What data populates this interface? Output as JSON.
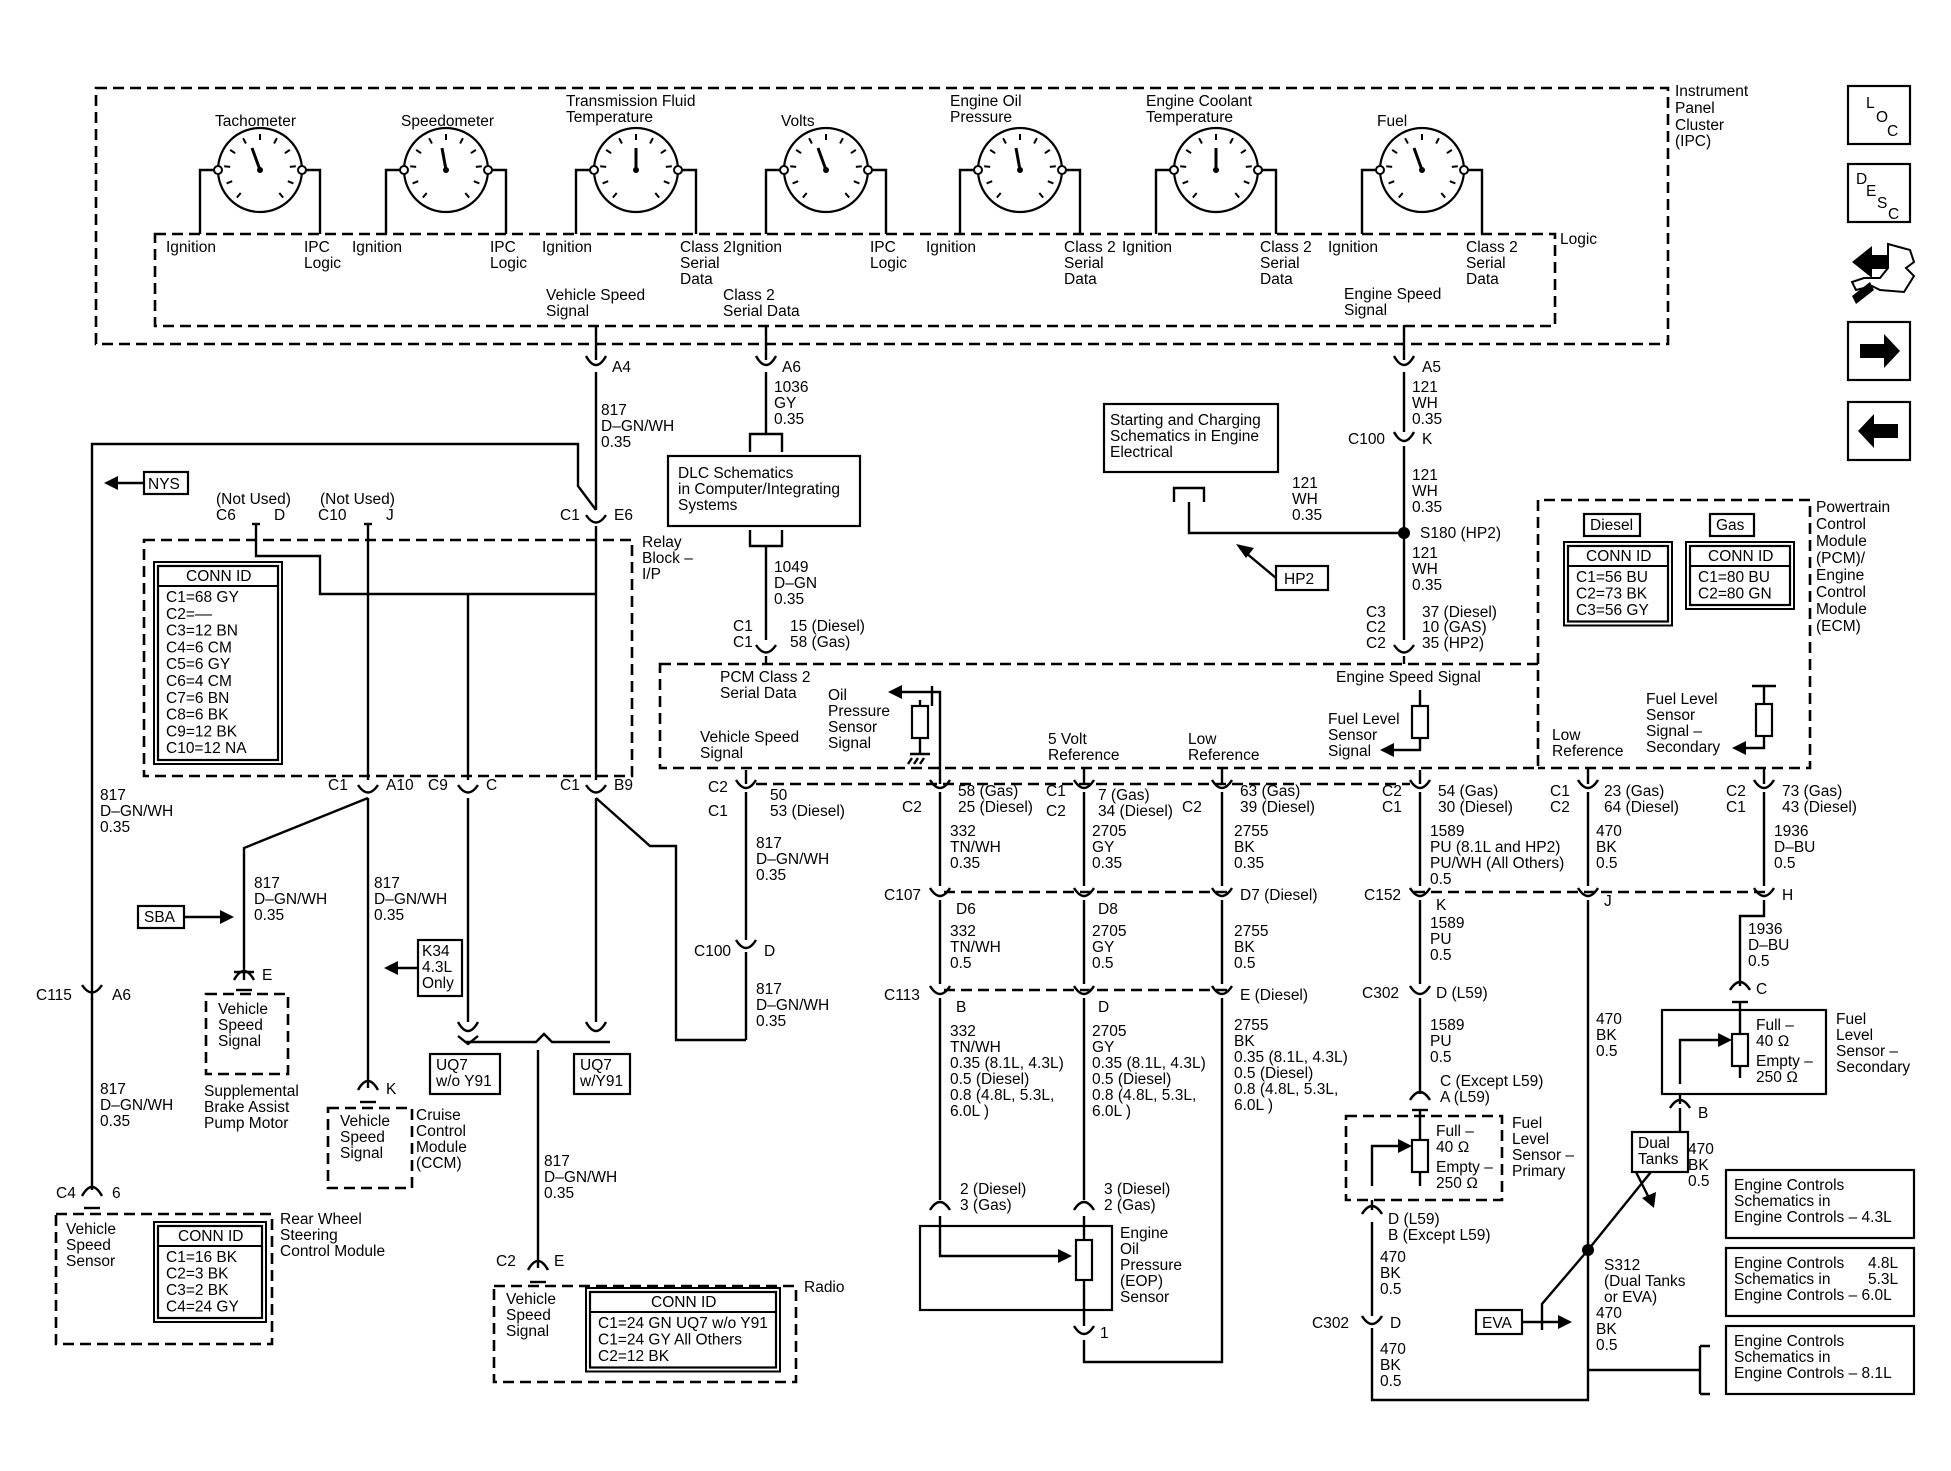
{
  "ipc": {
    "label_lines": [
      "Instrument",
      "Panel",
      "Cluster",
      "(IPC)"
    ],
    "logic": "Logic",
    "gauges": [
      {
        "title_lines": [
          "Tachometer"
        ],
        "left_lines": [
          "Ignition"
        ],
        "right_lines": [
          "IPC",
          "Logic"
        ]
      },
      {
        "title_lines": [
          "Speedometer"
        ],
        "left_lines": [
          "Ignition"
        ],
        "right_lines": [
          "IPC",
          "Logic"
        ]
      },
      {
        "title_lines": [
          "Transmission Fluid",
          "Temperature"
        ],
        "left_lines": [
          "Ignition"
        ],
        "right_lines": [
          "Class 2",
          "Serial",
          "Data"
        ]
      },
      {
        "title_lines": [
          "Volts"
        ],
        "left_lines": [
          "Ignition"
        ],
        "right_lines": [
          "IPC",
          "Logic"
        ]
      },
      {
        "title_lines": [
          "Engine Oil",
          "Pressure"
        ],
        "left_lines": [
          "Ignition"
        ],
        "right_lines": [
          "Class 2",
          "Serial",
          "Data"
        ]
      },
      {
        "title_lines": [
          "Engine Coolant",
          "Temperature"
        ],
        "left_lines": [
          "Ignition"
        ],
        "right_lines": [
          "Class 2",
          "Serial",
          "Data"
        ]
      },
      {
        "title_lines": [
          "Fuel"
        ],
        "left_lines": [
          "Ignition"
        ],
        "right_lines": [
          "Class 2",
          "Serial",
          "Data"
        ]
      }
    ],
    "vss_lines": [
      "Vehicle Speed",
      "Signal"
    ],
    "class2_lines": [
      "Class 2",
      "Serial Data"
    ],
    "ess_lines": [
      "Engine Speed",
      "Signal"
    ]
  },
  "nav": {
    "loc": [
      "L",
      "O",
      "C"
    ],
    "desc": [
      "D",
      "E",
      "S",
      "C"
    ]
  },
  "pins": {
    "a4": "A4",
    "a6": "A6",
    "a5": "A5",
    "k": "K",
    "c100": "C100",
    "c1": "C1",
    "e6": "E6",
    "c6": "C6",
    "d": "D",
    "c10": "C10",
    "j": "J"
  },
  "wires": {
    "w817_lines": [
      "817",
      "D–GN/WH",
      "0.35"
    ],
    "w1036_lines": [
      "1036",
      "GY",
      "0.35"
    ],
    "w1049_lines": [
      "1049",
      "D–GN",
      "0.35"
    ],
    "w121_lines": [
      "121",
      "WH",
      "0.35"
    ]
  },
  "dlc_lines": [
    "DLC Schematics",
    "in Computer/Integrating",
    "Systems"
  ],
  "starting_lines": [
    "Starting and Charging",
    "Schematics in Engine",
    "Electrical"
  ],
  "nys": "NYS",
  "hp2": "HP2",
  "sba": "SBA",
  "eva": "EVA",
  "dual_tanks_lines": [
    "Dual",
    "Tanks"
  ],
  "s180": "S180 (HP2)",
  "not_used": "(Not Used)",
  "relay_lines": [
    "Relay",
    "Block –",
    "I/P"
  ],
  "relay_conn": {
    "title": "CONN ID",
    "rows": [
      "C1=68 GY",
      "C2=––",
      "C3=12 BN",
      "C4=6 CM",
      "C5=6 GY",
      "C6=4 CM",
      "C7=6 BN",
      "C8=6 BK",
      "C9=12 BK",
      "C10=12 NA"
    ]
  },
  "pcm": {
    "label_lines": [
      "Powertrain",
      "Control",
      "Module",
      "(PCM)/",
      "Engine",
      "Control",
      "Module",
      "(ECM)"
    ],
    "diesel": "Diesel",
    "gas": "Gas",
    "diesel_conn": {
      "title": "CONN ID",
      "rows": [
        "C1=56 BU",
        "C2=73 BK",
        "C3=56 GY"
      ]
    },
    "gas_conn": {
      "title": "CONN ID",
      "rows": [
        "C1=80 BU",
        "C2=80 GN"
      ]
    },
    "top_conn": [
      "C3",
      "C2",
      "C2"
    ],
    "top_pins": [
      "37 (Diesel)",
      "10 (GAS)",
      "35 (HP2)"
    ],
    "ess": "Engine Speed Signal",
    "class2_lines": [
      "PCM Class 2",
      "Serial Data"
    ],
    "dlc_conn": [
      "C1",
      "C1"
    ],
    "dlc_pins": [
      "15 (Diesel)",
      "58 (Gas)"
    ],
    "vss_lines": [
      "Vehicle Speed",
      "Signal"
    ],
    "oil_lines": [
      "Oil",
      "Pressure",
      "Sensor",
      "Signal"
    ],
    "fuel_lines": [
      "Fuel Level",
      "Sensor",
      "Signal"
    ],
    "five_volt_lines": [
      "5 Volt",
      "Reference"
    ],
    "low_lines": [
      "Low",
      "Reference"
    ],
    "low2_lines": [
      "Low",
      "Reference"
    ],
    "fls2_lines": [
      "Fuel Level",
      "Sensor",
      "Signal –",
      "Secondary"
    ]
  },
  "pcm_pins": {
    "vss": {
      "conn": [
        "C2",
        "C1"
      ],
      "pins": [
        "50",
        "53 (Diesel)"
      ]
    },
    "oil": {
      "conn": [
        "C2"
      ],
      "pins": [
        "58 (Gas)",
        "25 (Diesel)"
      ]
    },
    "five": {
      "conn": [
        "C1",
        "C2"
      ],
      "pins": [
        "7 (Gas)",
        "34 (Diesel)"
      ]
    },
    "low": {
      "conn": [
        "C2"
      ],
      "pins": [
        "63 (Gas)",
        "39 (Diesel)"
      ]
    },
    "fuel": {
      "conn": [
        "C2",
        "C1"
      ],
      "pins": [
        "54 (Gas)",
        "30 (Diesel)"
      ]
    },
    "low2": {
      "conn": [
        "C1",
        "C2"
      ],
      "pins": [
        "23 (Gas)",
        "64 (Diesel)"
      ]
    },
    "fls2": {
      "conn": [
        "C2",
        "C1"
      ],
      "pins": [
        "73 (Gas)",
        "43 (Diesel)"
      ]
    }
  },
  "wire_blocks": {
    "w332_top": [
      "332",
      "TN/WH",
      "0.35"
    ],
    "w2705_top": [
      "2705",
      "GY",
      "0.35"
    ],
    "w2755_top": [
      "2755",
      "BK",
      "0.35"
    ],
    "w1589_top": [
      "1589",
      "PU (8.1L and HP2)",
      "PU/WH (All Others)",
      "0.5"
    ],
    "w470_top": [
      "470",
      "BK",
      "0.5"
    ],
    "w1936_top": [
      "1936",
      "D–BU",
      "0.5"
    ],
    "w332_mid": [
      "332",
      "TN/WH",
      "0.5"
    ],
    "w2705_mid": [
      "2705",
      "GY",
      "0.5"
    ],
    "w2755_mid": [
      "2755",
      "BK",
      "0.5"
    ],
    "w1589_mid": [
      "1589",
      "PU",
      "0.5"
    ],
    "w1936_mid": [
      "1936",
      "D–BU",
      "0.5"
    ],
    "w332_bot": [
      "332",
      "TN/WH",
      "0.35 (8.1L, 4.3L)",
      "0.5 (Diesel)",
      "0.8 (4.8L, 5.3L,",
      "6.0L )"
    ],
    "w2705_bot": [
      "2705",
      "GY",
      "0.35 (8.1L, 4.3L)",
      "0.5 (Diesel)",
      "0.8 (4.8L, 5.3L,",
      "6.0L )"
    ],
    "w2755_bot": [
      "2755",
      "BK",
      "0.35 (8.1L, 4.3L)",
      "0.5 (Diesel)",
      "0.8 (4.8L, 5.3L,",
      "6.0L )"
    ],
    "w1589_bot": [
      "1589",
      "PU",
      "0.5"
    ],
    "w470_right": [
      "470",
      "BK",
      "0.5"
    ],
    "w470_fuel": [
      "470",
      "BK",
      "0.5"
    ],
    "w470_c302": [
      "470",
      "BK",
      "0.5"
    ],
    "w470_eva": [
      "470",
      "BK",
      "0.5"
    ],
    "w470_b": [
      "470",
      "BK",
      "0.5"
    ]
  },
  "conns": {
    "c107": "C107",
    "c113": "C113",
    "c152": "C152",
    "c302": "C302",
    "d6": "D6",
    "d8": "D8",
    "d7": "D7 (Diesel)",
    "b": "B",
    "d": "D",
    "e_diesel": "E (Diesel)",
    "k": "K",
    "j": "J",
    "h": "H",
    "d_l59": "D (L59)",
    "c": "C",
    "c_except": "C (Except L59)",
    "a_l59": "A (L59)",
    "d_l59_2": "D (L59)",
    "b_except": "B (Except L59)",
    "c302_2": "C302",
    "d2": "D",
    "b2": "B"
  },
  "eop": {
    "pins_a": [
      "2 (Diesel)",
      "3 (Gas)"
    ],
    "pins_b": [
      "3 (Diesel)",
      "2 (Gas)"
    ],
    "one": "1",
    "label_lines": [
      "Engine",
      "Oil",
      "Pressure",
      "(EOP)",
      "Sensor"
    ]
  },
  "primary": {
    "full": "Full –",
    "full_val": "40 Ω",
    "empty": "Empty –",
    "empty_val": "250 Ω",
    "label_lines": [
      "Fuel",
      "Level",
      "Sensor –",
      "Primary"
    ]
  },
  "secondary": {
    "full": "Full –",
    "full_val": "40 Ω",
    "empty": "Empty –",
    "empty_val": "250 Ω",
    "label_lines": [
      "Fuel",
      "Level",
      "Sensor –",
      "Secondary"
    ]
  },
  "s312_lines": [
    "S312",
    "(Dual Tanks",
    "or EVA)"
  ],
  "engine_refs": [
    {
      "lines": [
        "Engine Controls",
        "Schematics in",
        "Engine Controls – 4.3L"
      ]
    },
    {
      "lines": [
        "Engine Controls",
        "Schematics in",
        "Engine Controls – 6.0L"
      ],
      "versions": [
        "4.8L",
        "5.3L"
      ]
    },
    {
      "lines": [
        "Engine Controls",
        "Schematics in",
        "Engine Controls – 8.1L"
      ]
    }
  ],
  "left": {
    "c1_a10": [
      "C1",
      "A10"
    ],
    "c9_c": [
      "C9",
      "C"
    ],
    "c1_b9": [
      "C1",
      "B9"
    ],
    "w817_a": [
      "817",
      "D–GN/WH",
      "0.35"
    ],
    "w817_b": [
      "817",
      "D–GN/WH",
      "0.35"
    ],
    "w817_c": [
      "817",
      "D–GN/WH",
      "0.35"
    ],
    "w817_d": [
      "817",
      "D–GN/WH",
      "0.35"
    ],
    "w817_e": [
      "817",
      "D–GN/WH",
      "0.35"
    ],
    "w817_f": [
      "817",
      "D–GN/WH",
      "0.35"
    ],
    "w817_g": [
      "817",
      "D–GN/WH",
      "0.35"
    ],
    "c115": "C115",
    "a6": "A6",
    "e": "E",
    "k": "K",
    "c100": "C100",
    "d": "D",
    "k34_lines": [
      "K34",
      "4.3L",
      "Only"
    ],
    "uq7_wo_lines": [
      "UQ7",
      "w/o Y91"
    ],
    "uq7_w_lines": [
      "UQ7",
      "w/Y91"
    ],
    "vss_sba_lines": [
      "Vehicle",
      "Speed",
      "Signal"
    ],
    "sba_label_lines": [
      "Supplemental",
      "Brake Assist",
      "Pump Motor"
    ],
    "vss_ccm_lines": [
      "Vehicle",
      "Speed",
      "Signal"
    ],
    "ccm_label_lines": [
      "Cruise",
      "Control",
      "Module",
      "(CCM)"
    ],
    "c4_6": [
      "C4",
      "6"
    ],
    "vss_sensor_lines": [
      "Vehicle",
      "Speed",
      "Sensor"
    ],
    "rws_label_lines": [
      "Rear Wheel",
      "Steering",
      "Control Module"
    ],
    "rws_conn": {
      "title": "CONN ID",
      "rows": [
        "C1=16 BK",
        "C2=3 BK",
        "C3=2 BK",
        "C4=24 GY"
      ]
    },
    "c2_e": [
      "C2",
      "E"
    ],
    "radio_vss_lines": [
      "Vehicle",
      "Speed",
      "Signal"
    ],
    "radio_label": "Radio",
    "radio_conn": {
      "title": "CONN ID",
      "rows": [
        "C1=24 GN UQ7 w/o Y91",
        "C1=24 GY All Others",
        "C2=12 BK"
      ]
    }
  }
}
